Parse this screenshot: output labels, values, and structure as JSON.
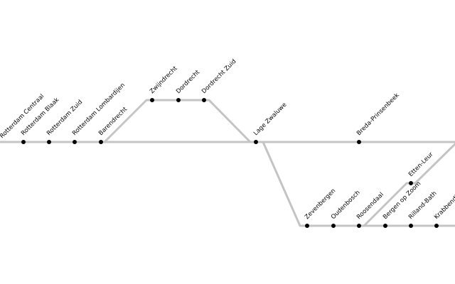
{
  "stations": [
    {
      "id": "rotterdam-centraal",
      "name": "Rotterdam Centraal"
    },
    {
      "id": "rotterdam-blaak",
      "name": "Rotterdam Blaak"
    },
    {
      "id": "rotterdam-zuid",
      "name": "Rotterdam Zuid"
    },
    {
      "id": "rotterdam-lombardijen",
      "name": "Rotterdam Lombardijen"
    },
    {
      "id": "barendrecht",
      "name": "Barendrecht"
    },
    {
      "id": "zwijndrecht",
      "name": "Zwijndrecht"
    },
    {
      "id": "dordrecht",
      "name": "Dordrecht"
    },
    {
      "id": "dordrecht-zuid",
      "name": "Dordrecht Zuid"
    },
    {
      "id": "lage-zwaluwe",
      "name": "Lage Zwaluwe"
    },
    {
      "id": "breda-prinsenbeek",
      "name": "Breda-Prinsenbeek"
    },
    {
      "id": "zevenbergen",
      "name": "Zevenbergen"
    },
    {
      "id": "oudenbosch",
      "name": "Oudenbosch"
    },
    {
      "id": "roosendaal",
      "name": "Roosendaal"
    },
    {
      "id": "etten-leur",
      "name": "Etten-Leur"
    },
    {
      "id": "bergen-op-zoom",
      "name": "Bergen op Zoom"
    },
    {
      "id": "rilland-bath",
      "name": "Rilland-Bath"
    },
    {
      "id": "krabbendijke",
      "name": "Krabbendijke"
    }
  ],
  "colors": {
    "track": "#c4c4c4",
    "stop": "#000000",
    "label": "#000000"
  }
}
